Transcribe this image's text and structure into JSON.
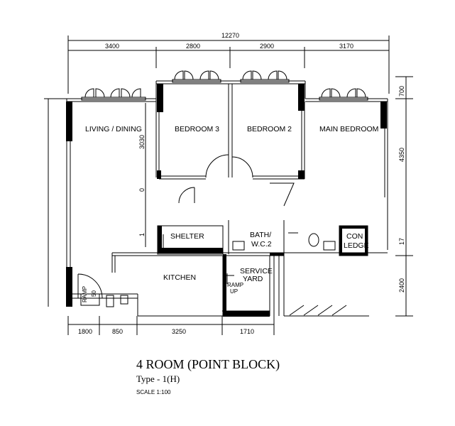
{
  "dimensions": {
    "overall_width": "12270",
    "top_segments": [
      "3400",
      "2800",
      "2900",
      "3170"
    ],
    "bottom_segments": [
      "1800",
      "850",
      "3250",
      "1710"
    ],
    "right_segments": [
      "700",
      "4350",
      "17",
      "2400"
    ],
    "inner_vertical": [
      "3030",
      "0",
      "1"
    ],
    "ramp_width": "50"
  },
  "rooms": {
    "living_dining": "LIVING  /  DINING",
    "bedroom3": "BEDROOM  3",
    "bedroom2": "BEDROOM  2",
    "main_bedroom": "MAIN  BEDROOM",
    "shelter": "SHELTER",
    "bath_line1": "BATH/",
    "bath_line2": "W.C.2",
    "aircon_line1": "CON",
    "aircon_line2": "LEDGE",
    "kitchen": "KITCHEN",
    "service_line1": "SERVICE",
    "service_line2": "YARD",
    "ramp_up_line1": "RAMP",
    "ramp_up_line2": "UP",
    "ramp_left": "RAMP"
  },
  "caption": {
    "title": "4 ROOM (POINT BLOCK)",
    "type": "Type - 1(H)",
    "scale": "SCALE 1:100"
  }
}
